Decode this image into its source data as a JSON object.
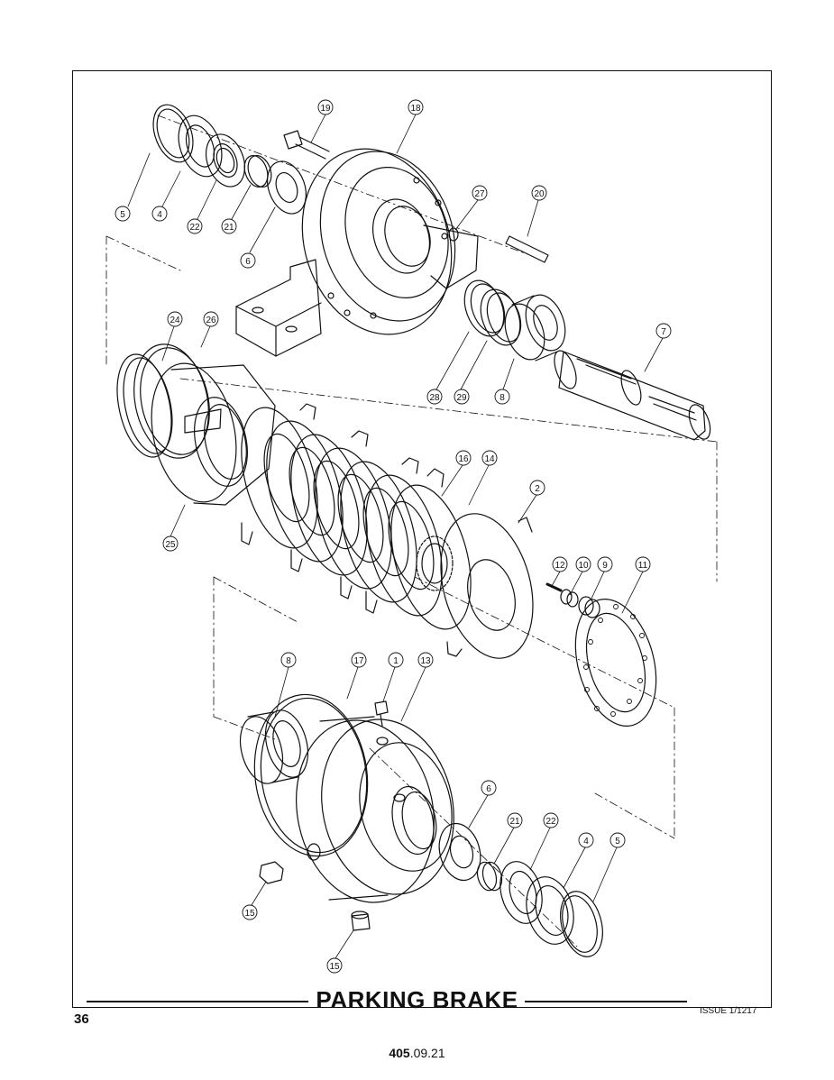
{
  "title": "PARKING BRAKE",
  "page_number": "36",
  "issue": "ISSUE 1/1217",
  "doc_code": {
    "major": "405",
    "minor": ".09.21"
  },
  "callouts": [
    "19",
    "18",
    "5",
    "4",
    "22",
    "21",
    "6",
    "27",
    "20",
    "24",
    "26",
    "28",
    "29",
    "8",
    "7",
    "25",
    "16",
    "14",
    "2",
    "12",
    "10",
    "9",
    "11",
    "8",
    "17",
    "1",
    "13",
    "6",
    "21",
    "22",
    "4",
    "5",
    "15",
    "15"
  ]
}
